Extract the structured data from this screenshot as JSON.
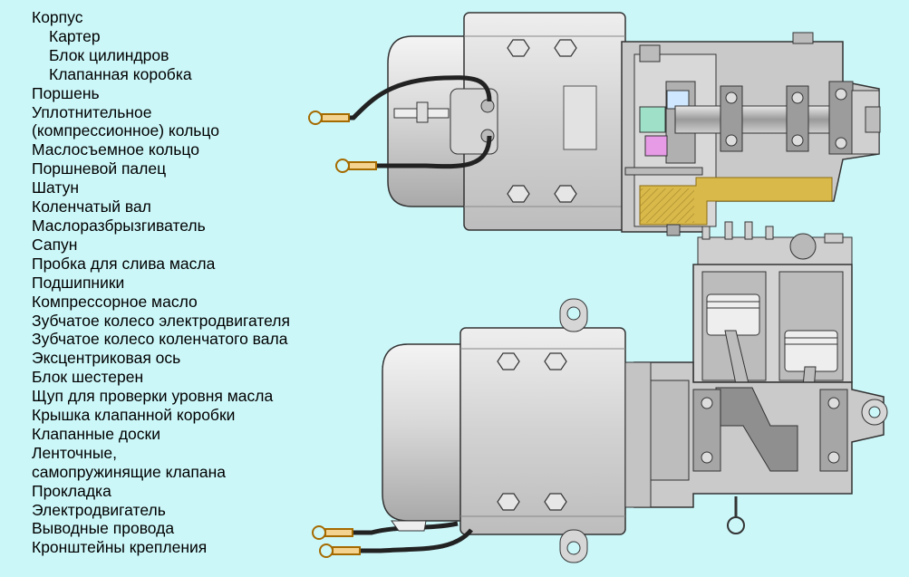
{
  "legend": {
    "bullet": "",
    "items": [
      {
        "text": "Корпус",
        "level": 0
      },
      {
        "text": "Картер",
        "level": 1
      },
      {
        "text": "Блок цилиндров",
        "level": 1
      },
      {
        "text": "Клапанная коробка",
        "level": 1
      },
      {
        "text": "Поршень",
        "level": 0
      },
      {
        "text": "Уплотнительное",
        "text2": "(компрессионное) кольцо",
        "level": 0
      },
      {
        "text": "Маслосъемное кольцо",
        "level": 0
      },
      {
        "text": "Поршневой палец",
        "level": 0
      },
      {
        "text": "Шатун",
        "level": 0
      },
      {
        "text": "Коленчатый вал",
        "level": 0
      },
      {
        "text": "Маслоразбрызгиватель",
        "level": 0
      },
      {
        "text": "Сапун",
        "level": 0
      },
      {
        "text": "Пробка для слива масла",
        "level": 0
      },
      {
        "text": "Подшипники",
        "level": 0
      },
      {
        "text": "Компрессорное масло",
        "level": 0
      },
      {
        "text": "Зубчатое колесо электродвигателя",
        "level": 0
      },
      {
        "text": "Зубчатое колесо коленчатого вала",
        "level": 0
      },
      {
        "text": "Эксцентриковая ось",
        "level": 0
      },
      {
        "text": "Блок шестерен",
        "level": 0
      },
      {
        "text": "Щуп для проверки уровня масла",
        "level": 0
      },
      {
        "text": "Крышка клапанной коробки",
        "level": 0
      },
      {
        "text": "Клапанные доски",
        "level": 0
      },
      {
        "text": "Ленточные,",
        "text2": "самопружинящие клапана",
        "level": 0
      },
      {
        "text": "Прокладка",
        "level": 0
      },
      {
        "text": "Электродвигатель",
        "level": 0
      },
      {
        "text": "Выводные провода",
        "level": 0
      },
      {
        "text": "Кронштейны крепления",
        "level": 0
      }
    ]
  },
  "colors": {
    "background": "#ccf7f9",
    "metal": "#d4d4d4",
    "metal_dark": "#b8b8b8",
    "oil": "#d9b94a",
    "outline": "#333333"
  }
}
